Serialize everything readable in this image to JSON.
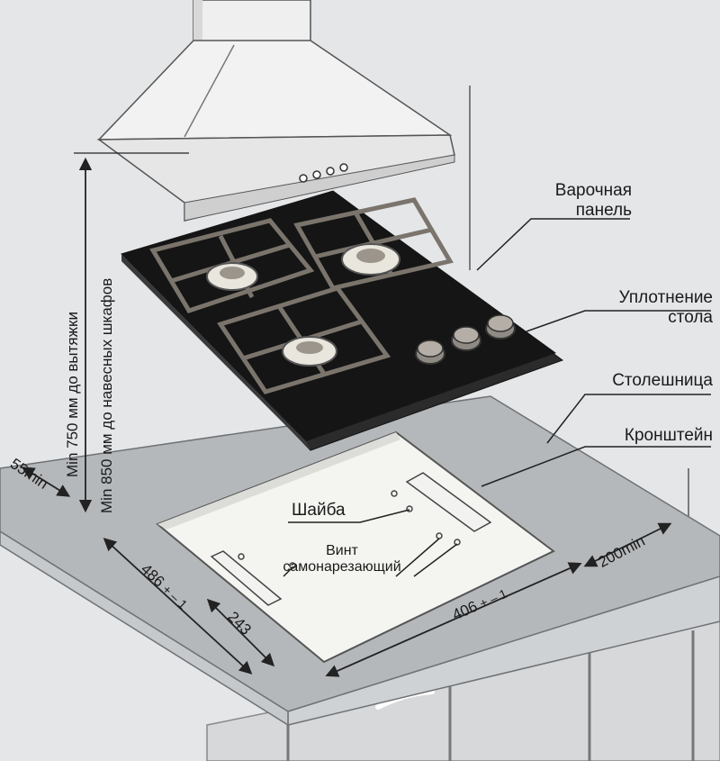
{
  "labels": {
    "hob": [
      "Варочная",
      "панель"
    ],
    "seal": [
      "Уплотнение",
      "стола"
    ],
    "countertop": "Столешница",
    "bracket": "Кронштейн",
    "washer": "Шайба",
    "screw": [
      "Винт",
      "самонарезающий"
    ]
  },
  "dimensions": {
    "hood_clearance": "Min 750 мм до вытяжки",
    "cabinet_clearance": "Min 850 мм до навесных шкафов",
    "front_gap": "55min",
    "side_gap": "200min",
    "cutout_depth": "486",
    "cutout_width": "406",
    "bracket_offset": "243",
    "tolerance": "+ – 1"
  },
  "colors": {
    "background": "#e4e6e8",
    "countertop": "#b5b8bb",
    "hob_glass": "#151515",
    "hood": "#f0f0f0",
    "line": "#3a3a3a"
  }
}
